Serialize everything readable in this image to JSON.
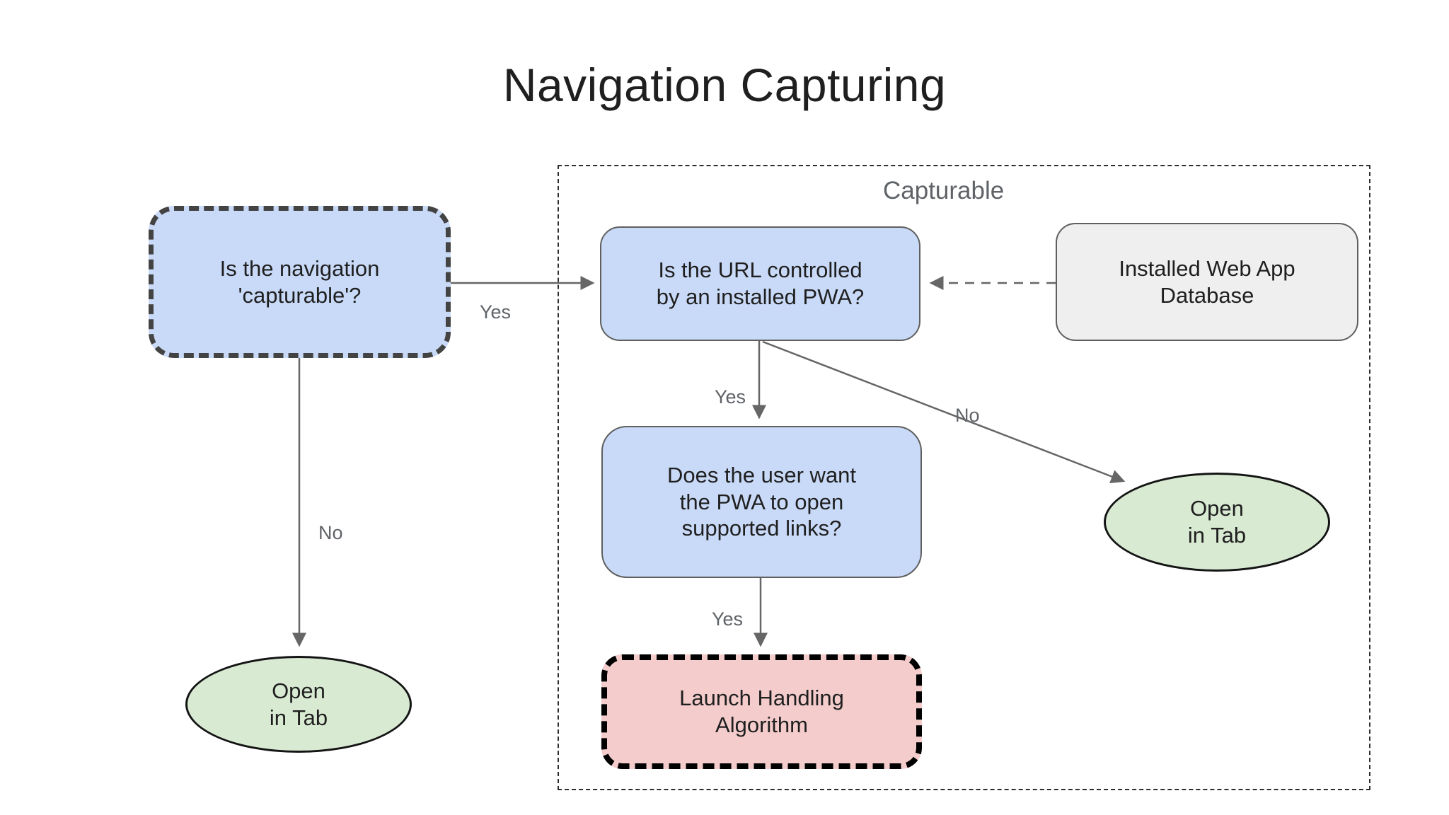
{
  "title": "Navigation Capturing",
  "group": {
    "label": "Capturable"
  },
  "nodes": {
    "is_navigation_capturable": {
      "text": "Is the navigation\n'capturable'?"
    },
    "url_controlled_by_pwa": {
      "text": "Is the URL controlled\nby an installed PWA?"
    },
    "installed_web_app_db": {
      "text": "Installed Web App\nDatabase"
    },
    "user_want_pwa_open": {
      "text": "Does the user want\nthe PWA to open\nsupported links?"
    },
    "launch_handling": {
      "text": "Launch Handling\nAlgorithm"
    },
    "open_in_tab_left": {
      "text": "Open\nin Tab"
    },
    "open_in_tab_right": {
      "text": "Open\nin Tab"
    }
  },
  "edge_labels": {
    "capturable_to_url": "Yes",
    "capturable_to_tab": "No",
    "url_to_user_want": "Yes",
    "url_to_tab": "No",
    "user_want_to_launch": "Yes"
  },
  "colors": {
    "node_blue": "#c9daf8",
    "node_green": "#d9ead3",
    "node_pink": "#f4cccc",
    "node_gray": "#efefef",
    "border_dashed_dark": "#434343",
    "border_solid_gray": "#5f5f5f",
    "arrow": "#666666",
    "label_gray": "#5f6368",
    "ink": "#1f1f1f"
  }
}
